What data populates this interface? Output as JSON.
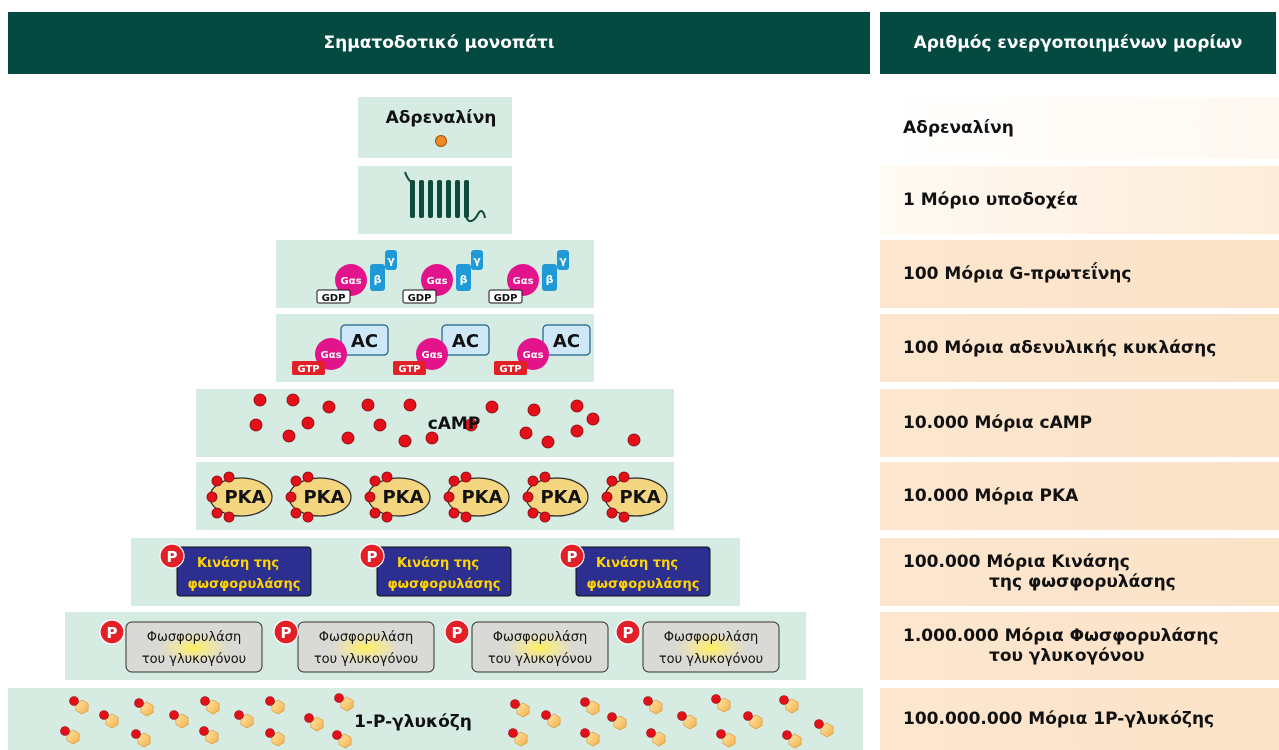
{
  "header": {
    "left_title": "Σηματοδοτικό μονοπάτι",
    "right_title": "Αριθμός ενεργοποιημένων μορίων"
  },
  "pathway": {
    "adrenaline_label": "Αδρεναλίνη",
    "g_protein": {
      "alpha": "Gαs",
      "beta": "β",
      "gamma": "γ",
      "gdp": "GDP"
    },
    "adenylyl": {
      "ac": "AC",
      "alpha": "Gαs",
      "gtp": "GTP"
    },
    "camp_label": "cAMP",
    "pka_label": "PKA",
    "kinase": {
      "p": "P",
      "line1": "Κινάση της",
      "line2": "φωσφορυλάσης"
    },
    "phosphorylase": {
      "p": "P",
      "line1": "Φωσφορυλάση",
      "line2": "του γλυκογόνου"
    },
    "glucose_label": "1-P-γλυκόζη"
  },
  "amounts": [
    {
      "line1": "Αδρεναλίνη",
      "line2": ""
    },
    {
      "line1": "1 Μόριο υποδοχέα",
      "line2": ""
    },
    {
      "line1": "100 Μόρια G-πρωτεΐνης",
      "line2": ""
    },
    {
      "line1": "100 Μόρια αδενυλικής κυκλάσης",
      "line2": ""
    },
    {
      "line1": "10.000 Μόρια cAMP",
      "line2": ""
    },
    {
      "line1": "10.000 Μόρια PKA",
      "line2": ""
    },
    {
      "line1": "100.000 Μόρια Κινάσης",
      "line2": "της φωσφορυλάσης"
    },
    {
      "line1": "1.000.000 Μόρια Φωσφορυλάσης",
      "line2": "του γλυκογόνου"
    },
    {
      "line1": "100.000.000 Μόρια 1P-γλυκόζης",
      "line2": ""
    }
  ],
  "colors": {
    "header": "#054a40",
    "tier_bg": "#d6ebe2",
    "receptor": "#0f4a3c",
    "g_alpha": "#e3138c",
    "beta_gamma": "#1f9ad6",
    "gtp": "#e32028",
    "ac_fill": "#cfe8f7",
    "camp_dot": "#e3101a",
    "pka_fill": "#f5d680",
    "kinase_fill": "#2c2f8f",
    "phospho_fill": "#d9d9d5",
    "adrenaline_dot": "#f08a24",
    "right_bg": "#fbe3c8"
  }
}
